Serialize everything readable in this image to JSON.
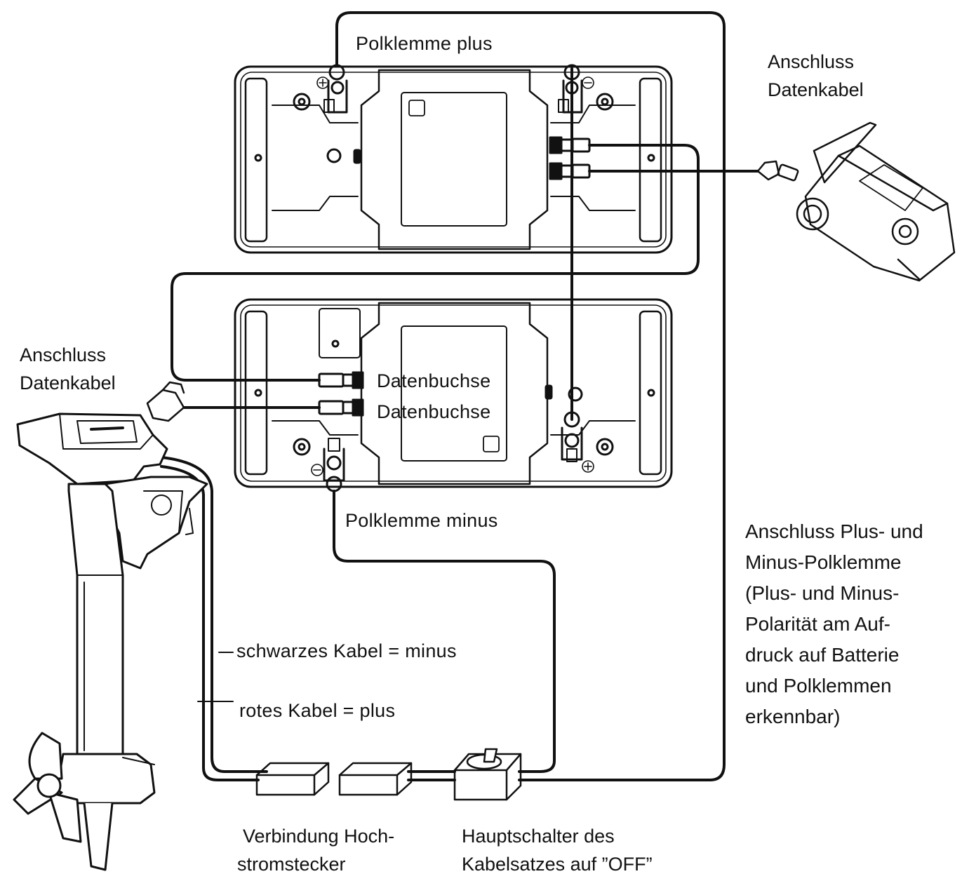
{
  "labels": {
    "polklemme_plus": "Polklemme plus",
    "polklemme_minus": "Polklemme minus",
    "datenbuchse_1": "Datenbuchse",
    "datenbuchse_2": "Datenbuchse",
    "anschluss_datenkabel_right": [
      "Anschluss",
      "Datenkabel"
    ],
    "anschluss_datenkabel_left": [
      "Anschluss",
      "Datenkabel"
    ],
    "anschluss_polklemme": [
      "Anschluss Plus- und",
      "Minus-Polklemme",
      "(Plus- und Minus-",
      "Polarität am Auf-",
      "druck auf Batterie",
      "und Polklemmen",
      "erkennbar)"
    ],
    "schwarzes_kabel": "schwarzes Kabel = minus",
    "rotes_kabel": "rotes Kabel = plus",
    "verbindung": [
      "Verbindung Hoch-",
      "stromstecker"
    ],
    "hauptschalter": [
      "Hauptschalter des",
      "Kabelsatzes auf ”OFF”"
    ]
  }
}
